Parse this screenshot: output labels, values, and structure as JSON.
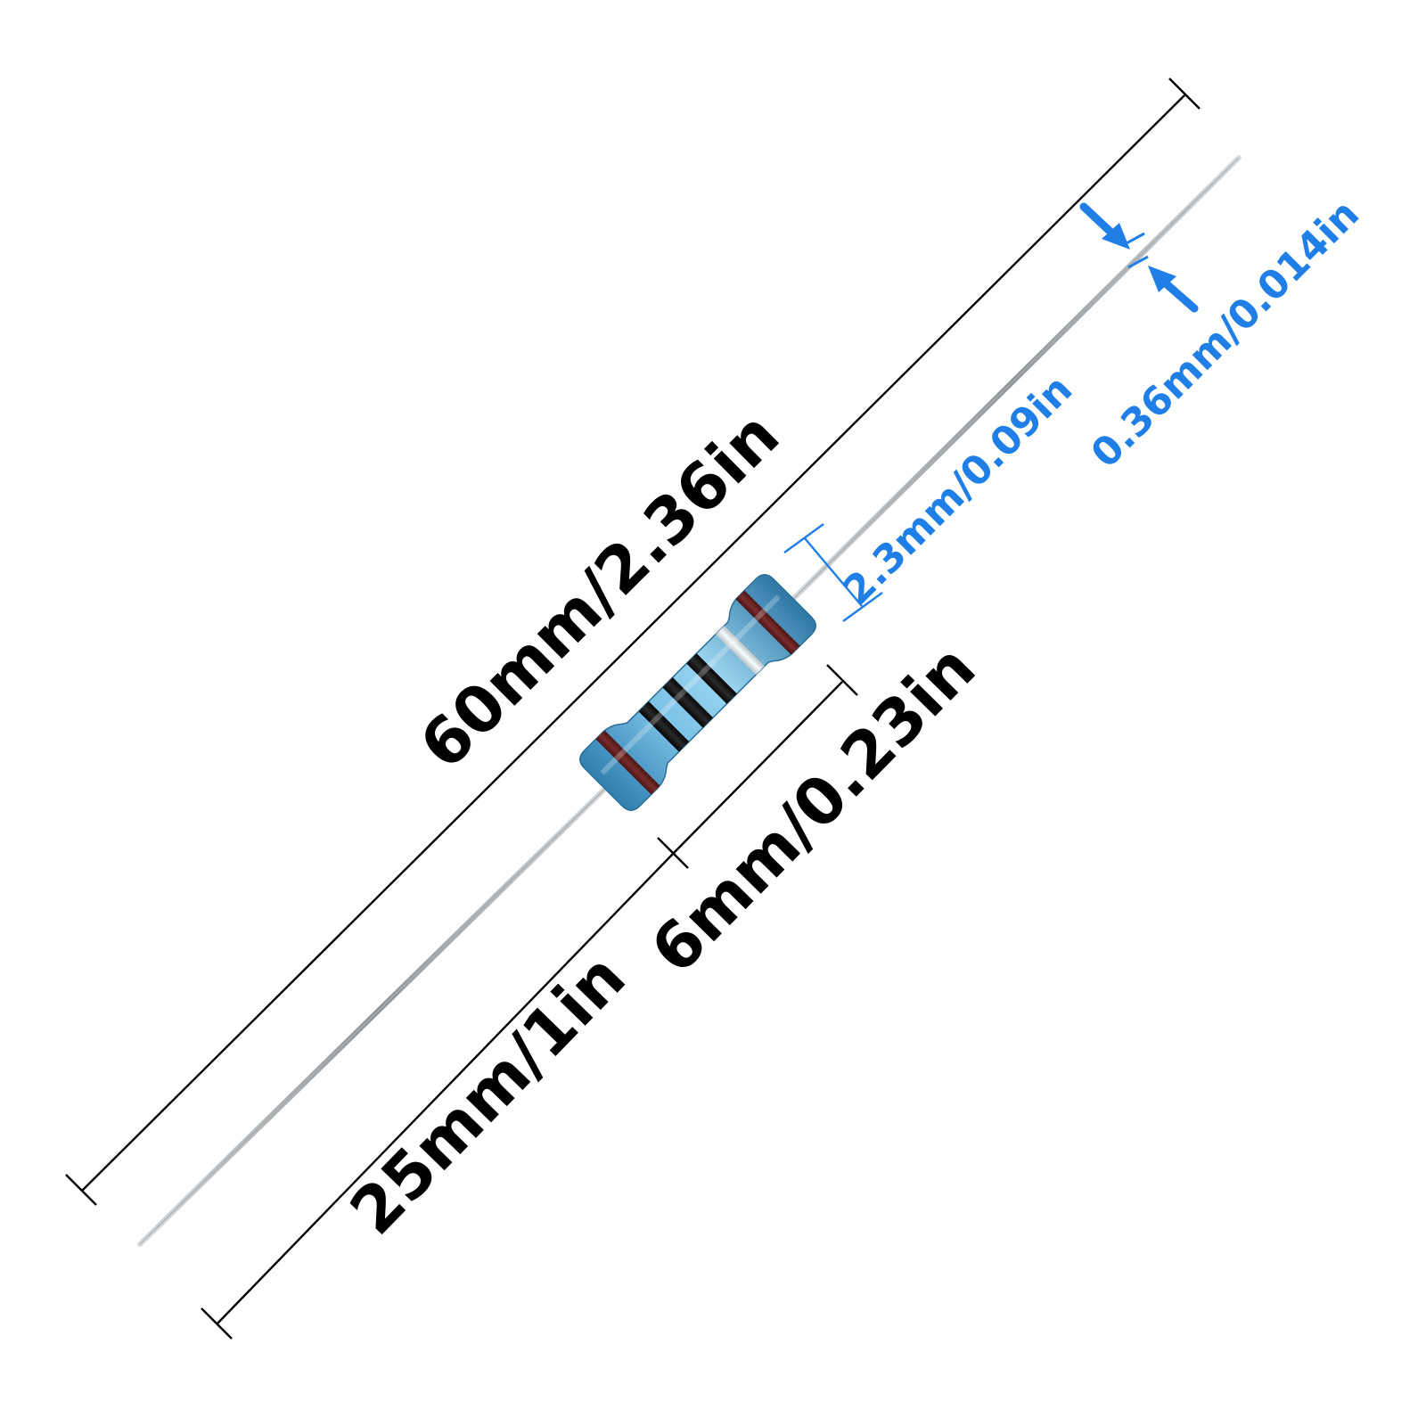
{
  "dimensions": {
    "total_length": "60mm/2.36in",
    "body_length": "6mm/0.23in",
    "lead_length": "25mm/1in",
    "body_diameter": "2.3mm/0.09in",
    "lead_diameter": "0.36mm/0.014in"
  },
  "colors": {
    "dimension_line": "#000000",
    "accent_blue": "#1f7fe6",
    "body_blue": "#5aa8d4",
    "band_brown": "#6b2424",
    "band_black": "#141414",
    "band_silver": "#e8eef1",
    "lead_silver": "#b8bcbf"
  },
  "resistor_bands": [
    "brown",
    "black",
    "black",
    "black",
    "brown"
  ]
}
